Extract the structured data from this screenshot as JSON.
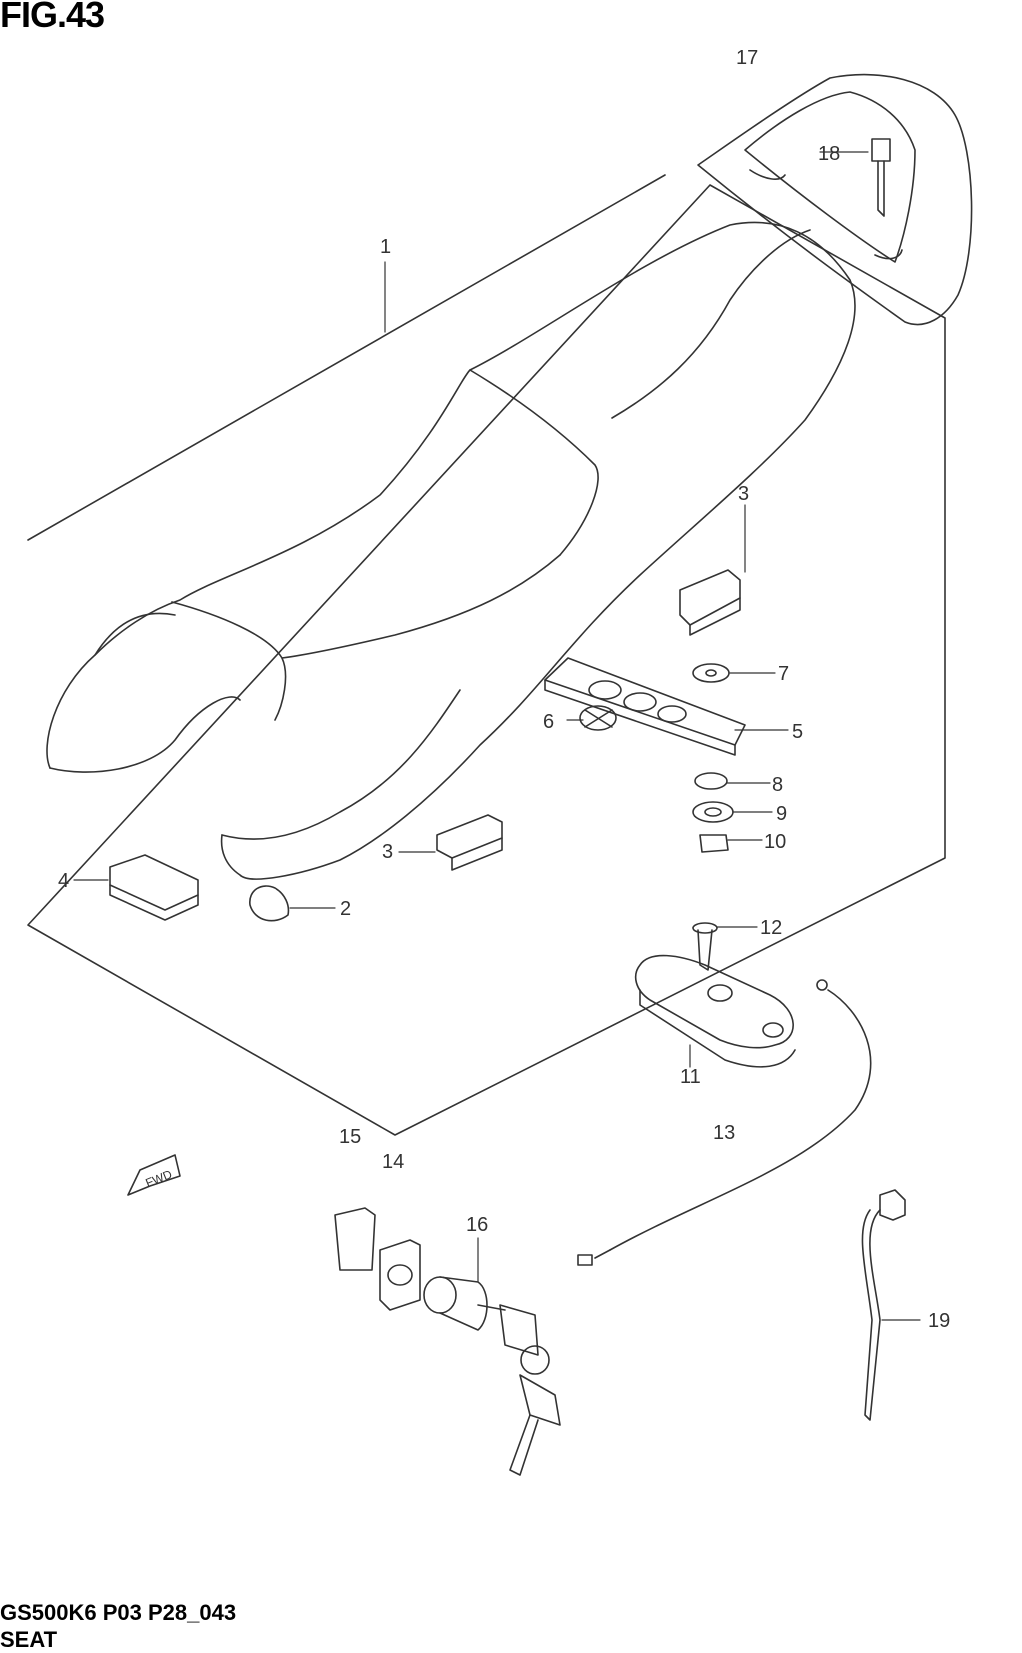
{
  "figure": {
    "title": "FIG.43",
    "code": "GS500K6 P03 P28_043",
    "name": "SEAT",
    "fwd_label": "FWD"
  },
  "callouts": [
    {
      "id": "c1",
      "label": "1"
    },
    {
      "id": "c2",
      "label": "2"
    },
    {
      "id": "c3a",
      "label": "3"
    },
    {
      "id": "c3b",
      "label": "3"
    },
    {
      "id": "c4",
      "label": "4"
    },
    {
      "id": "c5",
      "label": "5"
    },
    {
      "id": "c6",
      "label": "6"
    },
    {
      "id": "c7",
      "label": "7"
    },
    {
      "id": "c8",
      "label": "8"
    },
    {
      "id": "c9",
      "label": "9"
    },
    {
      "id": "c10",
      "label": "10"
    },
    {
      "id": "c11",
      "label": "11"
    },
    {
      "id": "c12",
      "label": "12"
    },
    {
      "id": "c13",
      "label": "13"
    },
    {
      "id": "c14",
      "label": "14"
    },
    {
      "id": "c15",
      "label": "15"
    },
    {
      "id": "c16",
      "label": "16"
    },
    {
      "id": "c17",
      "label": "17"
    },
    {
      "id": "c18",
      "label": "18"
    },
    {
      "id": "c19",
      "label": "19"
    }
  ],
  "colors": {
    "line": "#333333",
    "background": "#ffffff"
  }
}
